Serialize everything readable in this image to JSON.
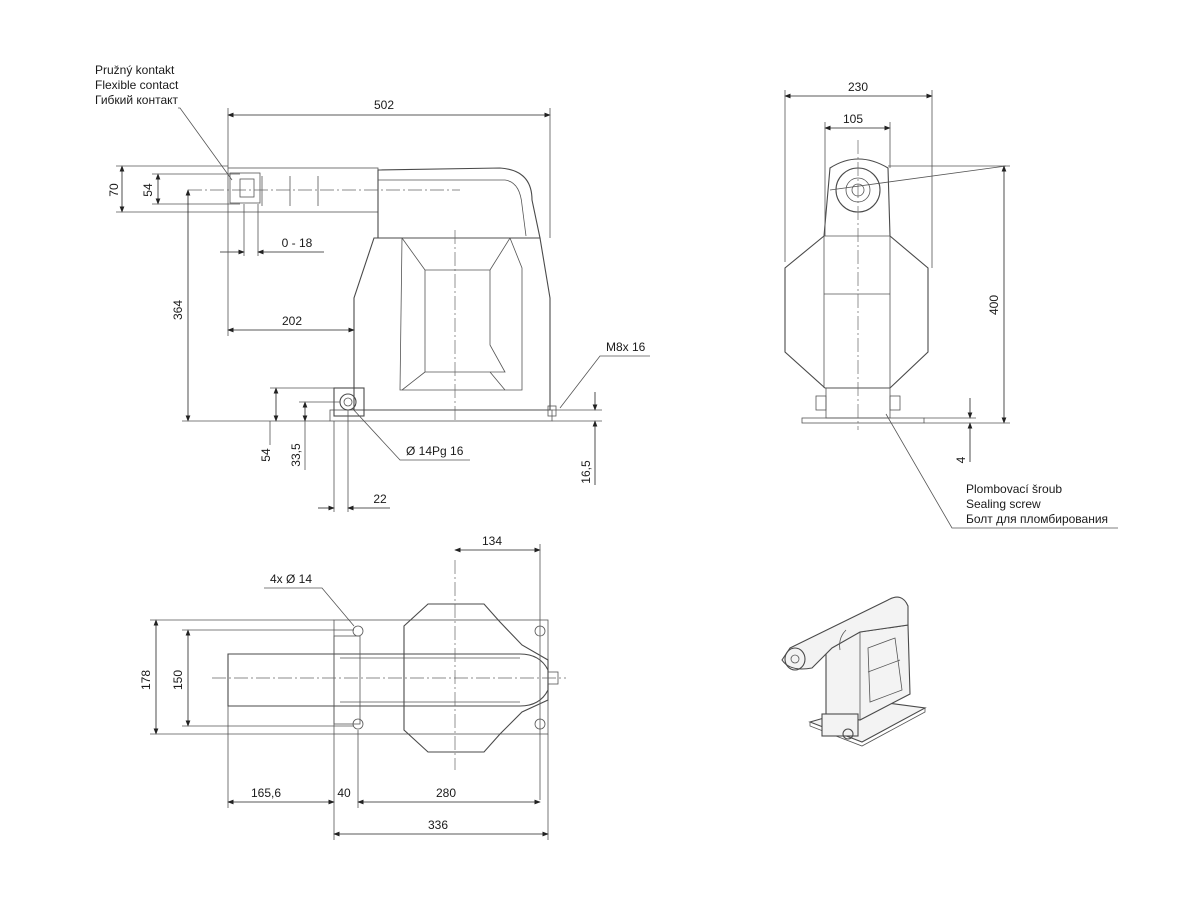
{
  "labels": {
    "flexible_contact": [
      "Pružný kontakt",
      "Flexible contact",
      "Гибкий контакт"
    ],
    "sealing_screw": [
      "Plombovací šroub",
      "Sealing screw",
      "Болт для пломбирования"
    ],
    "holes": "4x Ø 14",
    "thread": "M8x 16",
    "gland": "Ø 14Pg 16"
  },
  "dims": {
    "side_length": "502",
    "contact_70": "70",
    "contact_54": "54",
    "travel": "0 - 18",
    "height_364": "364",
    "offset_202": "202",
    "foot_54": "54",
    "foot_335": "33,5",
    "foot_22": "22",
    "base_165": "16,5",
    "front_width": "230",
    "front_105": "105",
    "front_height": "400",
    "front_4": "4",
    "top_134": "134",
    "top_178": "178",
    "top_150": "150",
    "top_1656": "165,6",
    "top_40": "40",
    "top_280": "280",
    "top_336": "336"
  },
  "colors": {
    "line": "#4a4a4a",
    "dim": "#222222",
    "fill": "#f3f3f3"
  }
}
